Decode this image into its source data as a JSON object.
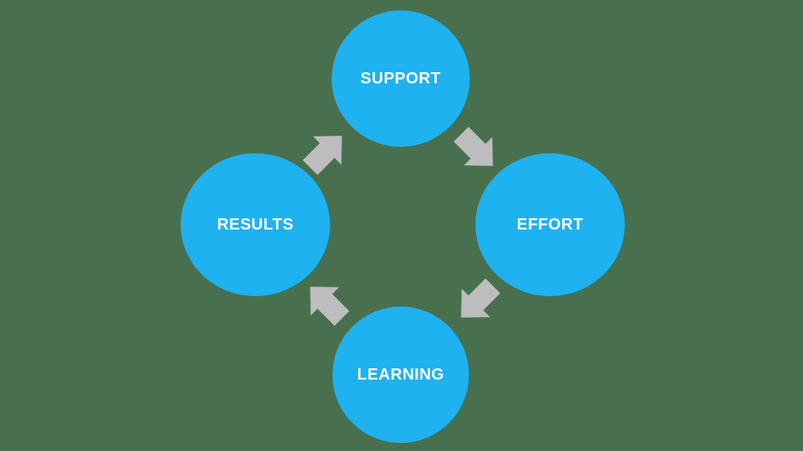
{
  "diagram": {
    "type": "cycle",
    "direction": "clockwise",
    "nodes": [
      {
        "label": "SUPPORT",
        "position": "top"
      },
      {
        "label": "EFFORT",
        "position": "right"
      },
      {
        "label": "LEARNING",
        "position": "bottom"
      },
      {
        "label": "RESULTS",
        "position": "left"
      }
    ],
    "arrows": [
      {
        "name": "results-to-support",
        "direction": "up-right"
      },
      {
        "name": "support-to-effort",
        "direction": "down-right"
      },
      {
        "name": "effort-to-learning",
        "direction": "down-left"
      },
      {
        "name": "learning-to-results",
        "direction": "up-left"
      }
    ],
    "colors": {
      "background": "#48704E",
      "node_fill": "#1EB2F1",
      "node_text": "#FFFFFF",
      "arrow_fill": "#BDBDBD"
    }
  }
}
